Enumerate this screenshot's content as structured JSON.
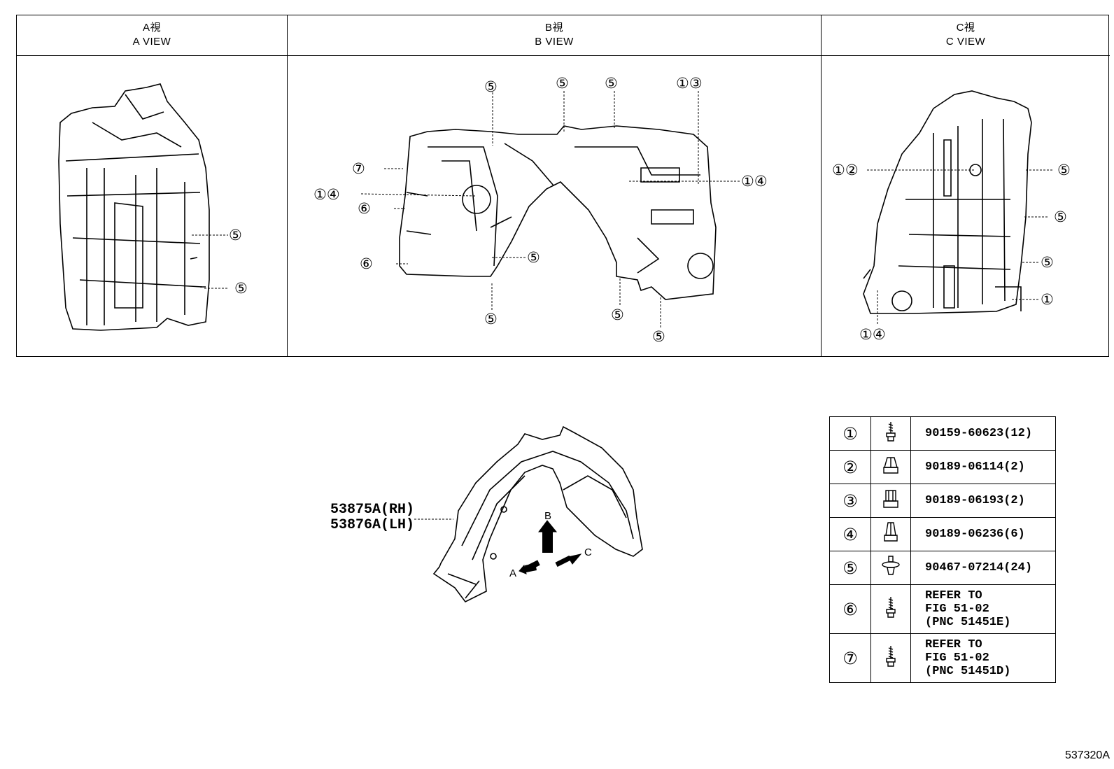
{
  "views": [
    {
      "title_jp": "A視",
      "title_en": "A VIEW"
    },
    {
      "title_jp": "B視",
      "title_en": "B VIEW"
    },
    {
      "title_jp": "C視",
      "title_en": "C VIEW"
    }
  ],
  "callouts": {
    "a": [
      "⑤",
      "⑤"
    ],
    "b": [
      "⑤",
      "⑤",
      "⑤",
      "①③",
      "⑦",
      "①④",
      "①④",
      "⑥",
      "⑥",
      "⑤",
      "⑤",
      "⑤",
      "⑤"
    ],
    "c": [
      "①②",
      "⑤",
      "⑤",
      "⑤",
      "①",
      "①④"
    ]
  },
  "part_labels": [
    "53875A(RH)",
    "53876A(LH)"
  ],
  "arrows": {
    "a": "A",
    "b": "B",
    "c": "C"
  },
  "fasteners": [
    {
      "num": "①",
      "icon": "bolt-icon",
      "part": "90159-60623(12)"
    },
    {
      "num": "②",
      "icon": "nut-icon",
      "part": "90189-06114(2)"
    },
    {
      "num": "③",
      "icon": "nut-icon",
      "part": "90189-06193(2)"
    },
    {
      "num": "④",
      "icon": "nut-icon",
      "part": "90189-06236(6)"
    },
    {
      "num": "⑤",
      "icon": "clip-icon",
      "part": "90467-07214(24)"
    },
    {
      "num": "⑥",
      "icon": "bolt-icon",
      "part": "REFER TO\nFIG 51-02\n(PNC 51451E)"
    },
    {
      "num": "⑦",
      "icon": "bolt-icon",
      "part": "REFER TO\nFIG 51-02\n(PNC 51451D)"
    }
  ],
  "code": "537320A"
}
